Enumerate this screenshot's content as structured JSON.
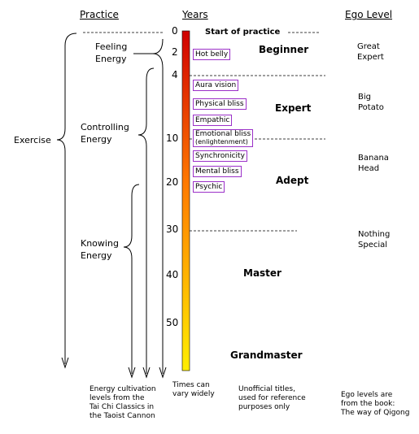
{
  "headers": {
    "practice": "Practice",
    "years": "Years",
    "ego_level": "Ego Level"
  },
  "start_label": "Start of practice",
  "exercise_label": "Exercise",
  "energy_levels": [
    {
      "line1": "Feeling",
      "line2": "Energy"
    },
    {
      "line1": "Controlling",
      "line2": "Energy"
    },
    {
      "line1": "Knowing",
      "line2": "Energy"
    }
  ],
  "year_ticks": [
    "0",
    "2",
    "4",
    "10",
    "20",
    "30",
    "40",
    "50"
  ],
  "milestones": [
    "Hot belly",
    "Aura vision",
    "Physical bliss",
    "Empathic",
    "Emotional bliss",
    "(enlightenment)",
    "Synchronicity",
    "Mental bliss",
    "Psychic"
  ],
  "titles": [
    "Beginner",
    "Expert",
    "Adept",
    "Master",
    "Grandmaster"
  ],
  "ego_levels": [
    {
      "line1": "Great",
      "line2": "Expert"
    },
    {
      "line1": "Big",
      "line2": "Potato"
    },
    {
      "line1": "Banana",
      "line2": "Head"
    },
    {
      "line1": "Nothing",
      "line2": "Special"
    }
  ],
  "notes": {
    "energy": [
      "Energy cultivation",
      "levels from the",
      "Tai Chi Classics in",
      "the Taoist Cannon"
    ],
    "times": [
      "Times can",
      "vary widely"
    ],
    "titles": [
      "Unofficial titles,",
      "used for reference",
      "purposes only"
    ],
    "ego": [
      "Ego levels are",
      "from the book:",
      "The way of Qigong"
    ]
  },
  "colors": {
    "bar_top": "#d00000",
    "bar_bottom": "#ffee00",
    "box_border": "#9b30c8"
  }
}
